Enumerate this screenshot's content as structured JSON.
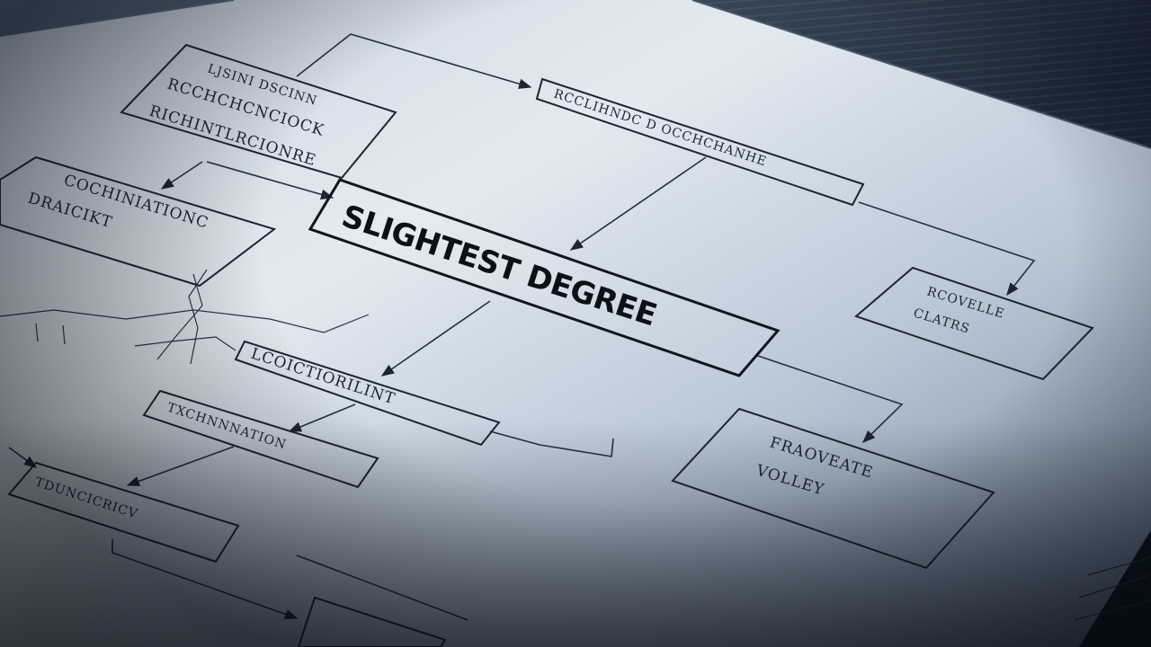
{
  "image": {
    "subject": "document-photo",
    "colors": {
      "paper_light": "#dfe7ef",
      "paper_shadow": "#6f8296",
      "ink": "#1c2530",
      "desk_dark": "#0e1620"
    }
  },
  "flowchart": {
    "main_box": {
      "label": "SLIGHTEST DEGREE"
    },
    "boxes": [
      {
        "id": "top-left",
        "lines": [
          "LJSINI DSCINN",
          "RCCHCHCNCIOCK",
          "RICHINTLRCIONRE"
        ]
      },
      {
        "id": "top-right",
        "lines": [
          "RCCLIHNDC D OCCHCHANHE"
        ]
      },
      {
        "id": "left",
        "lines": [
          "COCHINIATIONC",
          "DRAICIKT"
        ]
      },
      {
        "id": "right-upper",
        "lines": [
          "RCOVELLE",
          "CLATRS"
        ]
      },
      {
        "id": "middle",
        "lines": [
          "LCOICTIORILINT"
        ]
      },
      {
        "id": "lower-left",
        "lines": [
          "TXCHNNNATION"
        ]
      },
      {
        "id": "bottom-left",
        "lines": [
          "TDUNCICRICV"
        ]
      },
      {
        "id": "right-lower",
        "lines": [
          "FRAOVEATE",
          "VOLLEY"
        ]
      }
    ]
  }
}
